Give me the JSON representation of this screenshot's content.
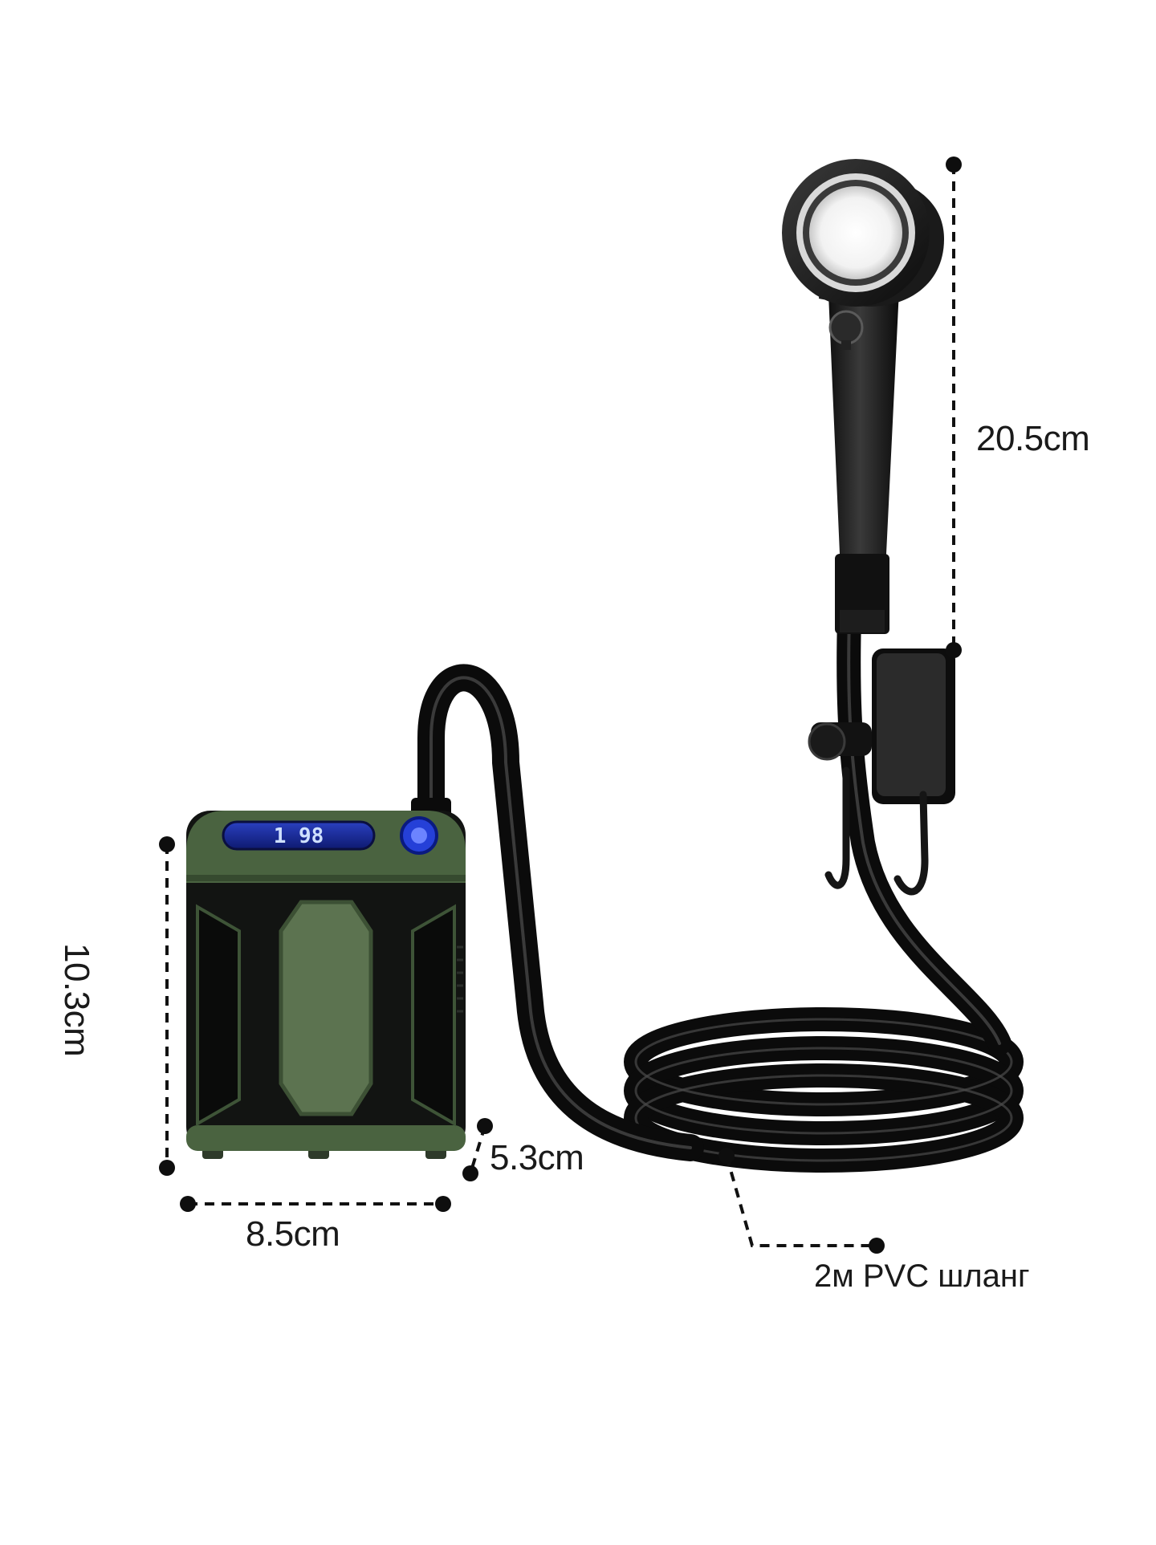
{
  "product": {
    "display_text": "1 98",
    "colors": {
      "hose": "#101010",
      "pump_body": "#121412",
      "pump_trim": "#4a6340",
      "pump_panel": "#5c7350",
      "display": "#1c2e9e",
      "button": "#2540d8",
      "dimension_line": "#111111"
    }
  },
  "dimensions": {
    "shower_height": "20.5cm",
    "pump_height": "10.3cm",
    "pump_depth": "5.3cm",
    "pump_width": "8.5cm",
    "hose_note": "2м PVC шланг"
  }
}
